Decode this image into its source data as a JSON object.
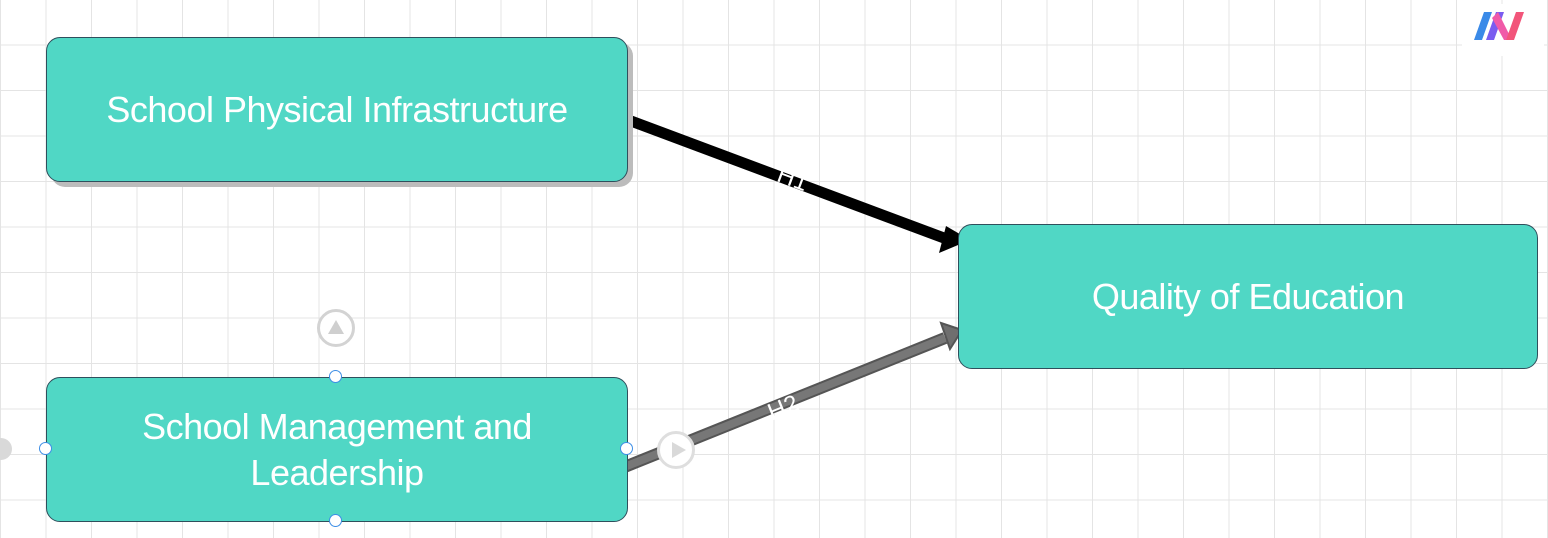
{
  "diagram": {
    "nodes": [
      {
        "id": "infra",
        "label": "School Physical Infrastructure"
      },
      {
        "id": "quality",
        "label": "Quality of Education"
      },
      {
        "id": "mgmt",
        "label": "School Management and\nLeadership"
      }
    ],
    "edges": [
      {
        "from": "infra",
        "to": "quality",
        "label": "H1",
        "color": "#000000"
      },
      {
        "from": "mgmt",
        "to": "quality",
        "label": "H2",
        "color": "#6f6f6f"
      }
    ],
    "node_color": "#50d7c5",
    "selection_color": "#3d8ee6"
  },
  "app": {
    "logo_icon": "app-logo-icon"
  }
}
